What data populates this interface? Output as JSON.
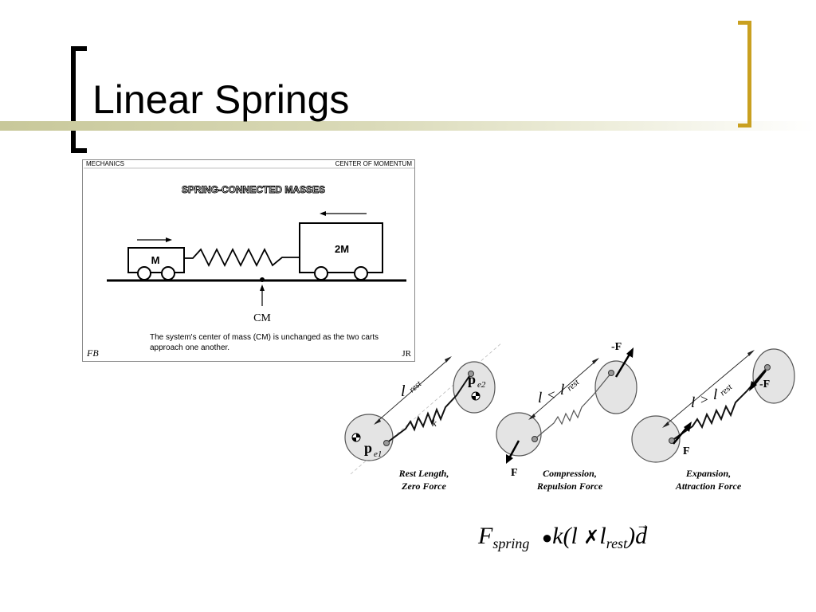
{
  "slide": {
    "title": "Linear Springs"
  },
  "cm_figure": {
    "header_left": "MECHANICS",
    "header_right": "CENTER OF MOMENTUM",
    "heading": "SPRING-CONNECTED MASSES",
    "cart_small_label": "M",
    "cart_large_label": "2M",
    "cm_label": "CM",
    "caption": "The system's center of mass (CM) is unchanged as the two carts approach one another.",
    "signature_left": "FB",
    "signature_right": "JR"
  },
  "spring_figure": {
    "panels": [
      {
        "caption_line1": "Rest Length,",
        "caption_line2": "Zero Force"
      },
      {
        "caption_line1": "Compression,",
        "caption_line2": "Repulsion Force"
      },
      {
        "caption_line1": "Expansion,",
        "caption_line2": "Attraction Force"
      }
    ],
    "labels": {
      "l": "l",
      "rest": "rest",
      "k": "k",
      "p": "p",
      "e1": "e1",
      "e2": "e2",
      "less_than": "<",
      "greater_than": ">",
      "force": "F",
      "neg_force": "-F"
    }
  },
  "formula": {
    "F": "F",
    "sub_spring": "spring",
    "bullet": "●",
    "k_open": "k(l",
    "cross": "✗",
    "l2": "l",
    "sub_rest": "rest",
    "close": ")",
    "d": "d"
  }
}
